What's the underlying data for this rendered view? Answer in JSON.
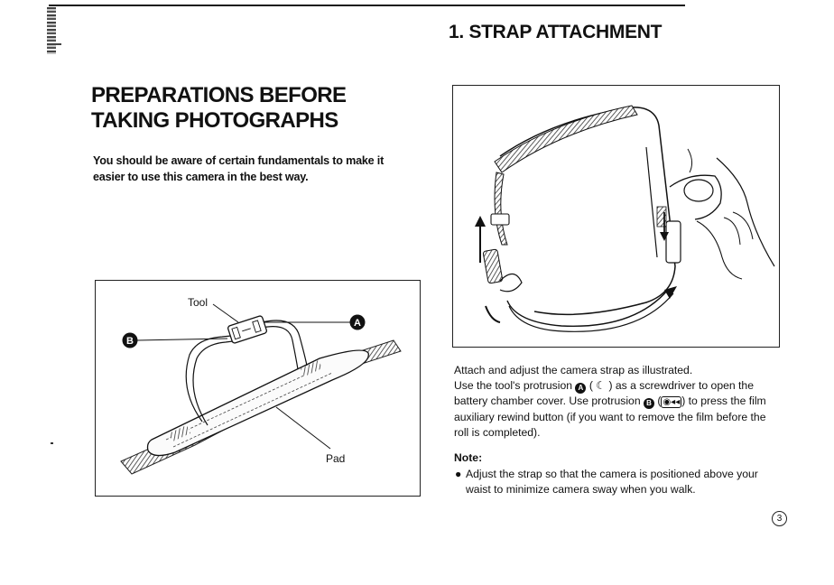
{
  "section_title": "1. STRAP ATTACHMENT",
  "page_title": [
    "PREPARATIONS BEFORE",
    "TAKING PHOTOGRAPHS"
  ],
  "intro": "You should be aware of certain fundamentals to make it easier to use this camera in the best way.",
  "figure_left": {
    "tool_label": "Tool",
    "pad_label": "Pad",
    "marker_a": "A",
    "marker_b": "B"
  },
  "body": {
    "p1": "Attach and adjust the camera strap as illustrated.",
    "p2_a": "Use the tool's protrusion",
    "p2_marker_a": "A",
    "p2_paren_open": "(",
    "p2_symbol": "☾",
    "p2_b": ") as a screwdriver to open the battery chamber cover. Use protrusion",
    "p2_marker_b": "B",
    "p3_open": "(",
    "p3_symbol": "◉◂◂",
    "p3_rest": ") to press the film auxiliary rewind button (if you want to remove the film before the roll is completed)."
  },
  "note": {
    "label": "Note:",
    "bullet": "●",
    "item": "Adjust the strap so that the camera is positioned above your waist to minimize camera sway when you walk."
  },
  "page_number": "3"
}
